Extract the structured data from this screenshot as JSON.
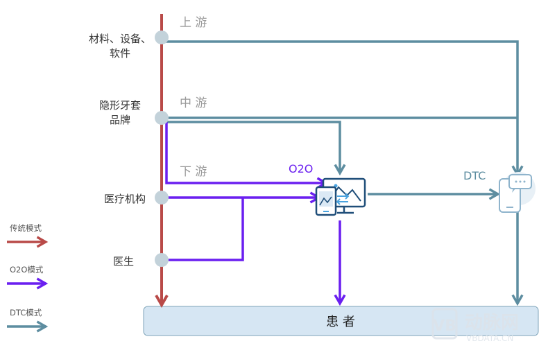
{
  "stages": {
    "upstream": "上 游",
    "midstream": "中 游",
    "downstream": "下 游"
  },
  "nodes": {
    "materials_line1": "材料、设备、",
    "materials_line2": "软件",
    "brand_line1": "隐形牙套",
    "brand_line2": "品牌",
    "institution": "医疗机构",
    "doctor": "医生"
  },
  "modes": {
    "o2o": "O2O",
    "dtc": "DTC"
  },
  "patient": "患 者",
  "legend": {
    "traditional": "传统模式",
    "o2o": "O2O模式",
    "dtc": "DTC模式"
  },
  "watermark": {
    "logo_text": "动脉网",
    "logo_sub": "VBDATA.CN"
  },
  "colors": {
    "traditional": "#b94a48",
    "o2o": "#6a1ff0",
    "dtc": "#5d8da0",
    "node": "#c3d2da",
    "patient_box": "#d6e6f3"
  },
  "icons": {
    "o2o_platform": "devices-chart-icon",
    "dtc_channel": "phone-chat-icon"
  }
}
